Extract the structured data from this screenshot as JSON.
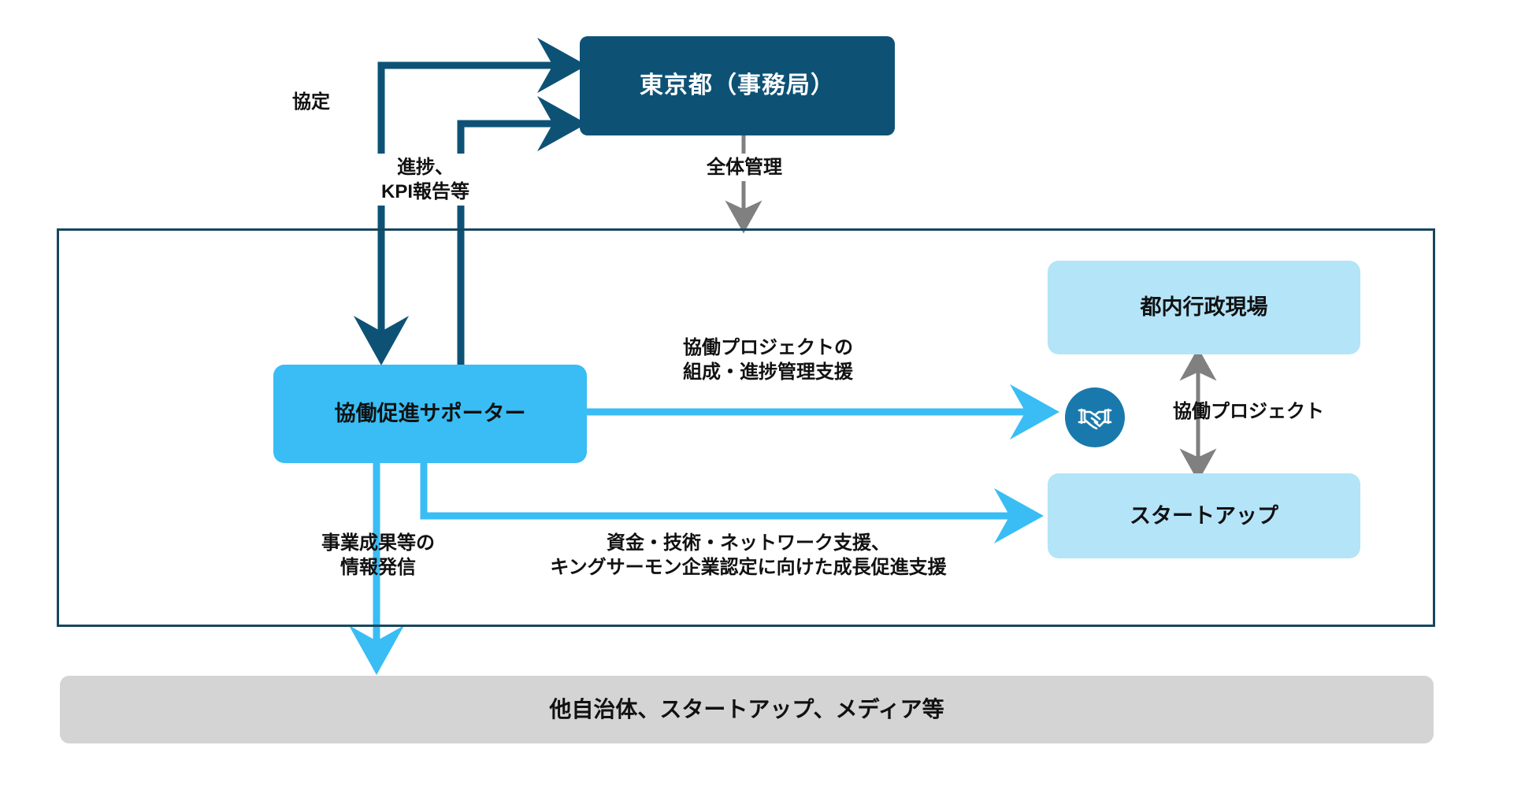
{
  "diagram": {
    "title": "協働促進サポーター スキーム図",
    "colors": {
      "dark_teal": "#0d5275",
      "mid_blue": "#39bdf4",
      "pale_blue": "#b4e4f8",
      "gray": "#d4d4d4",
      "frame_border": "#17475f",
      "gray_arrow": "#808080",
      "icon_circle": "#1a79ac"
    },
    "nodes": {
      "tokyo": {
        "label": "東京都（事務局）"
      },
      "supporter": {
        "label": "協働促進サポーター"
      },
      "admin_site": {
        "label": "都内行政現場"
      },
      "startup": {
        "label": "スタートアップ"
      },
      "others": {
        "label": "他自治体、スタートアップ、メディア等"
      }
    },
    "edge_labels": {
      "agreement": "協定",
      "progress_kpi": "進捗、\nKPI報告等",
      "overall_management": "全体管理",
      "project_support": "協働プロジェクトの\n組成・進捗管理支援",
      "collab_project": "協働プロジェクト",
      "dissemination": "事業成果等の\n情報発信",
      "growth_support": "資金・技術・ネットワーク支援、\nキングサーモン企業認定に向けた成長促進支援"
    },
    "icons": {
      "handshake": "handshake-icon"
    }
  }
}
